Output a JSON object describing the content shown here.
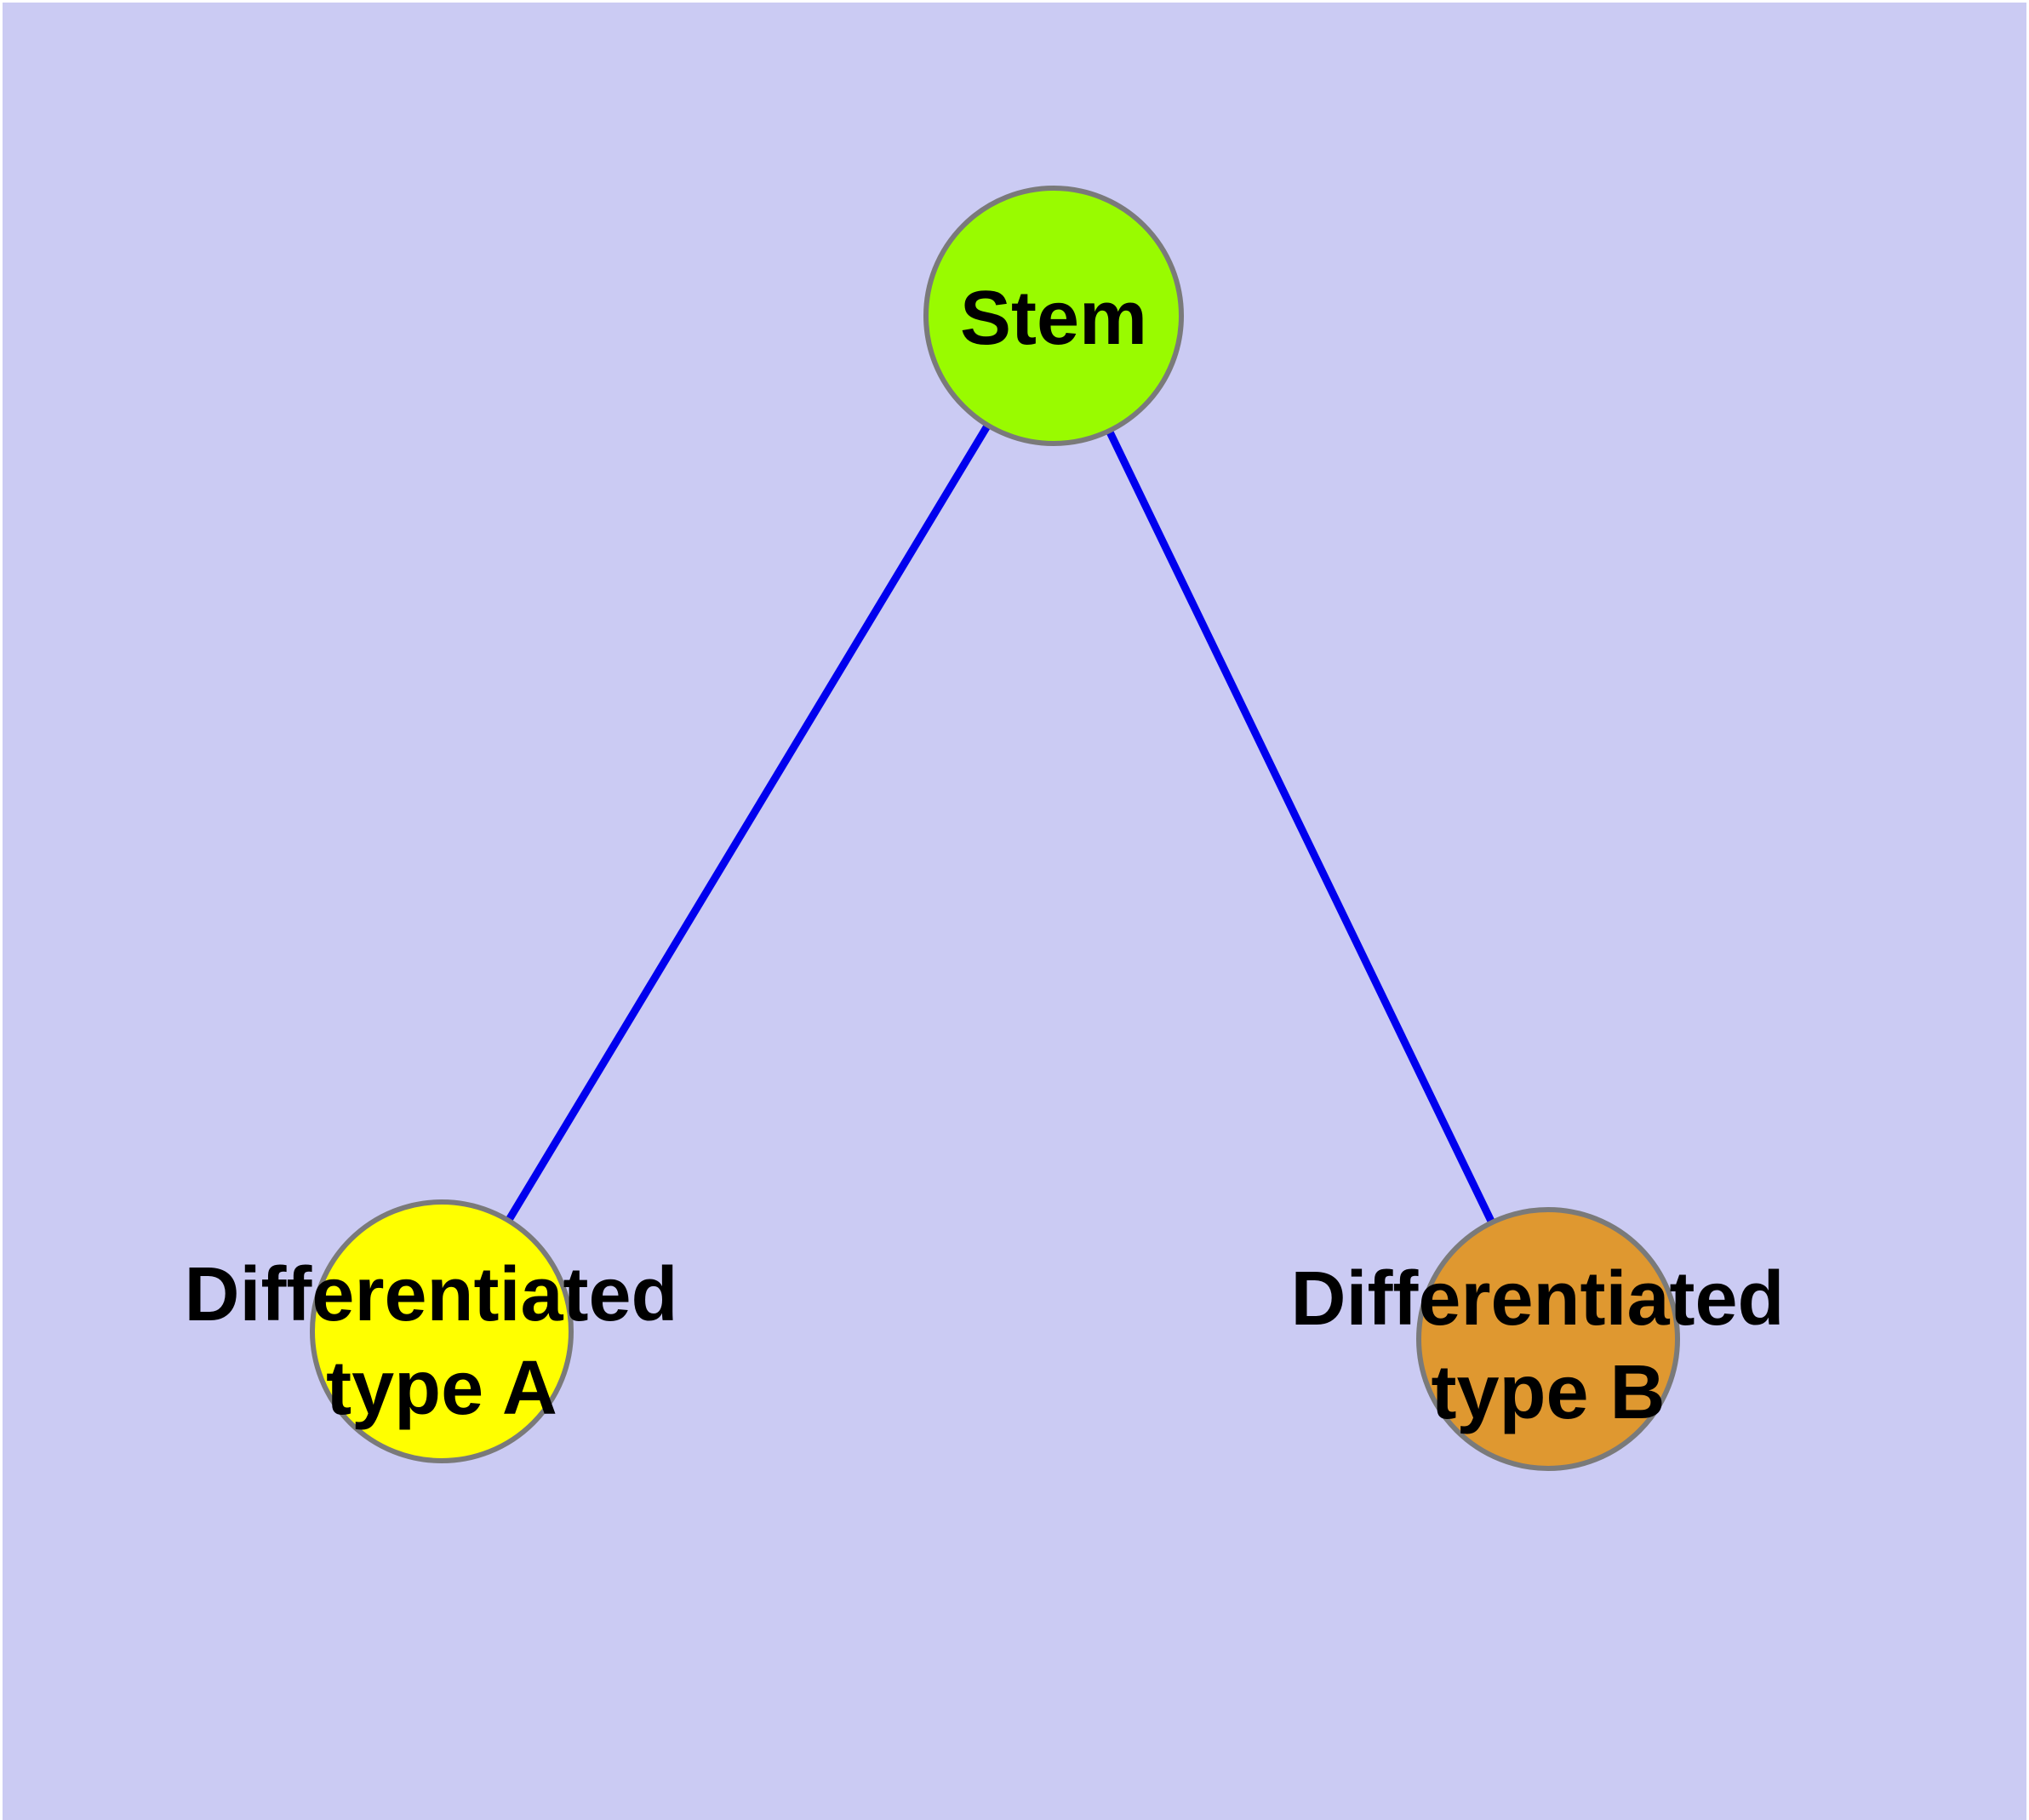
{
  "canvas": {
    "background": "#CBCBF3",
    "margin": "#FFFFFF"
  },
  "colors": {
    "edge": "#0000EE",
    "node_border": "#7A7A7A",
    "label_text": "#000000"
  },
  "nodes": [
    {
      "id": "stem",
      "fill": "#99FB00",
      "label_lines": [
        "Stem"
      ]
    },
    {
      "id": "differentiated-type-a",
      "fill": "#FFFF00",
      "label_lines": [
        "Differentiated",
        "type A"
      ]
    },
    {
      "id": "differentiated-type-b",
      "fill": "#DF9830",
      "label_lines": [
        "Differentiated",
        "type B"
      ]
    }
  ],
  "edges": [
    {
      "from": "Stem",
      "to": "Differentiated type A"
    },
    {
      "from": "Stem",
      "to": "Differentiated type B"
    }
  ]
}
